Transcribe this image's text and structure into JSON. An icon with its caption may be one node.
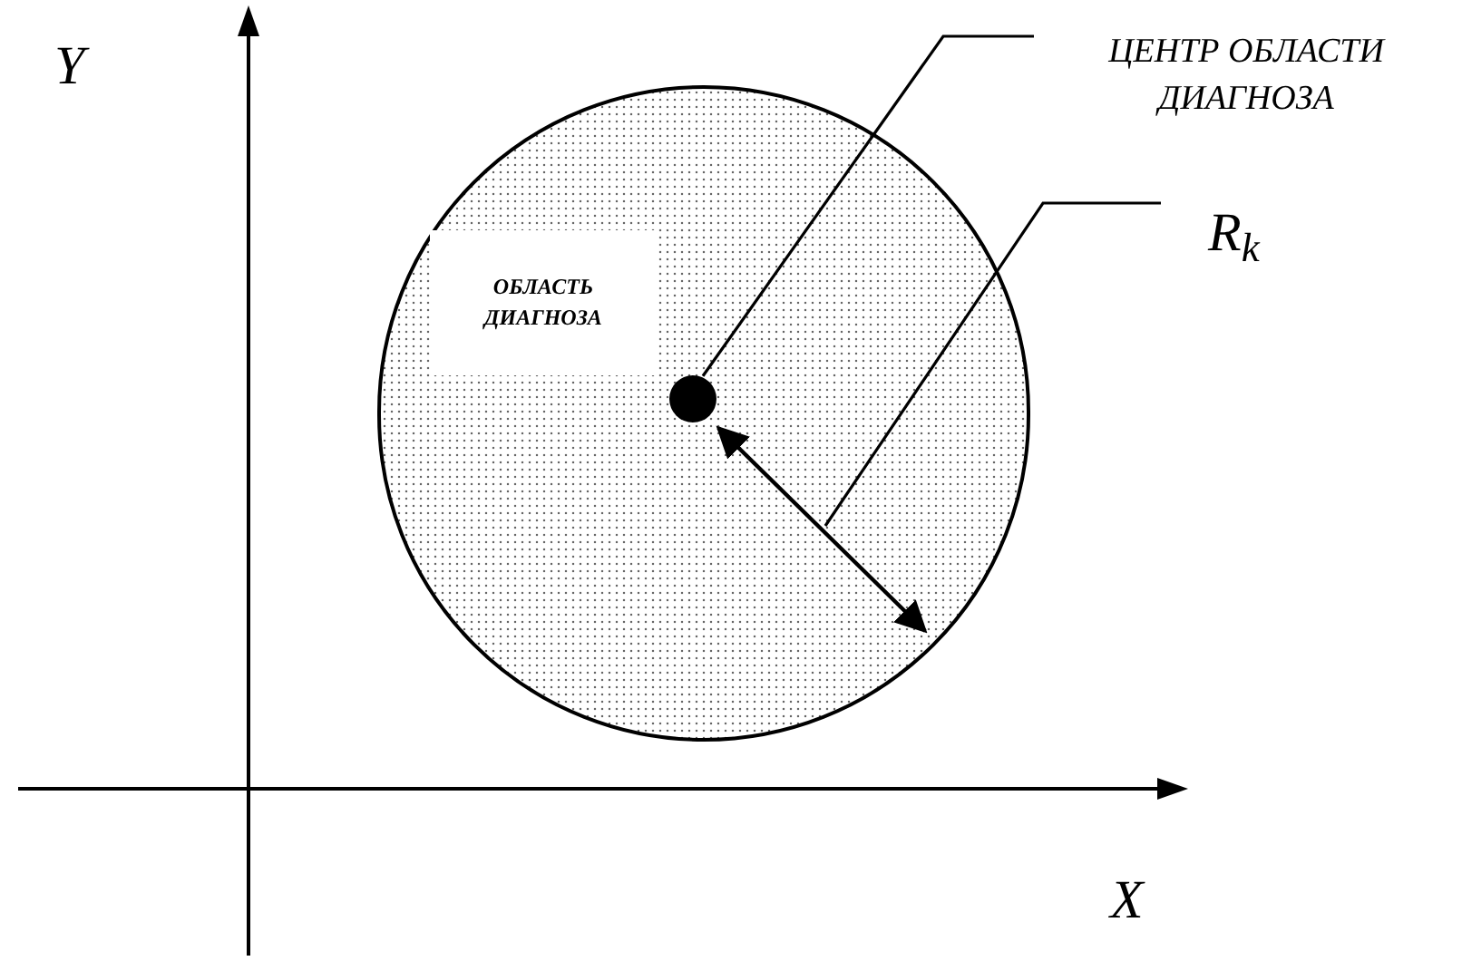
{
  "diagram": {
    "nodes": [
      {
        "text": [
          "ОБЛАСТЬ ДИАГНОЗА"
        ]
      },
      {
        "text": [],
        "shape": "circle",
        "in": 0
      },
      {
        "text": [
          "ЦЕНТР ОБЛАСТИ ДИАГНОЗА"
        ]
      },
      {
        "text": [
          "R$_{k}$"
        ]
      }
    ],
    "edges": [
      {
        "from": 2,
        "to": 1,
        "arrow": "none"
      },
      {
        "from": 3,
        "to": null,
        "arrow": "none"
      }
    ],
    "labels": [
      "Y",
      "X"
    ]
  }
}
